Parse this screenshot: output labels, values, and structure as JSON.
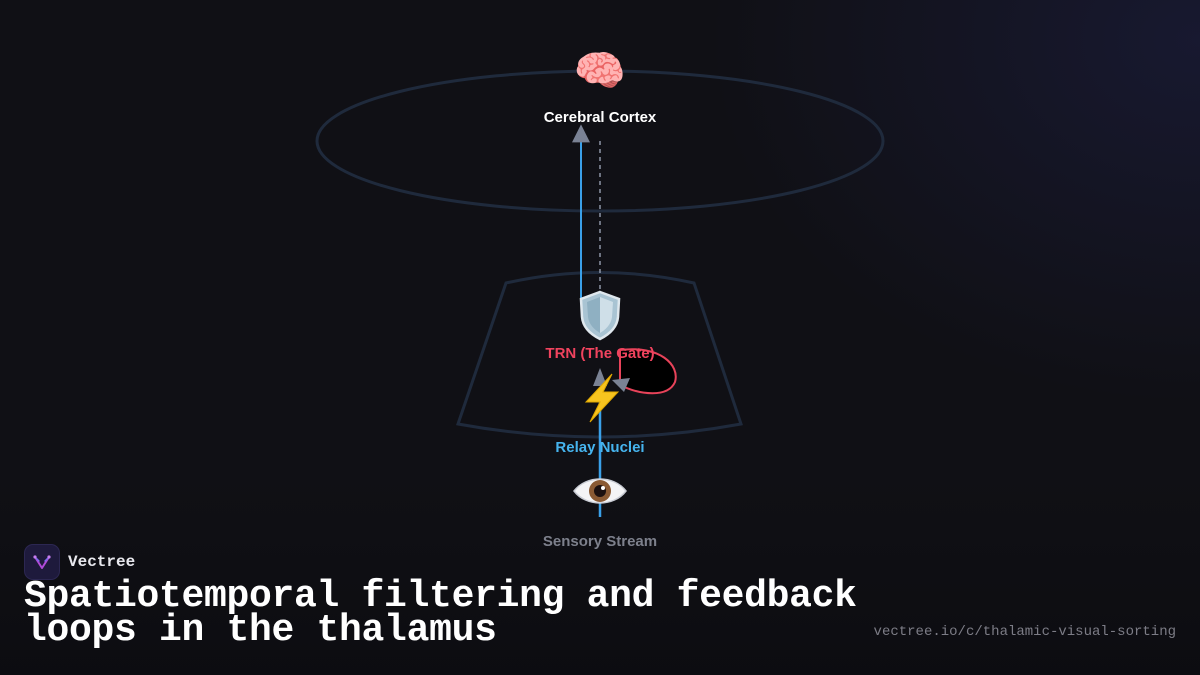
{
  "diagram": {
    "nodes": {
      "cortex": {
        "label": "Cerebral Cortex",
        "icon": "brain-icon",
        "color": "#ffffff"
      },
      "trn": {
        "label": "TRN (The Gate)",
        "icon": "shield-icon",
        "color": "#f0435e"
      },
      "relay": {
        "label": "Relay Nuclei",
        "icon": "lightning-icon",
        "color": "#46b4ee"
      },
      "sensory": {
        "label": "Sensory Stream",
        "icon": "eye-icon",
        "color": "#7d808c"
      }
    },
    "colors": {
      "feedforward": "#3aa0e8",
      "feedback": "#8e96a6",
      "inhibition": "#e8435a",
      "region_outline": "#1f2a3c"
    }
  },
  "brand": {
    "name": "Vectree"
  },
  "title": "Spatiotemporal filtering and feedback loops in the thalamus",
  "url": "vectree.io/c/thalamic-visual-sorting"
}
